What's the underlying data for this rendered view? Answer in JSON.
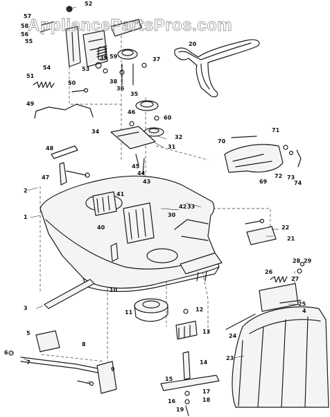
{
  "watermark": "AppliancePartsPros.com",
  "callouts": [
    "1",
    "2",
    "3",
    "4",
    "5",
    "6",
    "7",
    "8",
    "9",
    "10",
    "11",
    "12",
    "13",
    "14",
    "15",
    "16",
    "17",
    "18",
    "19",
    "20",
    "21",
    "22",
    "23",
    "24",
    "25",
    "26",
    "27",
    "28",
    "29",
    "30",
    "31",
    "32",
    "33",
    "34",
    "35",
    "36",
    "37",
    "38",
    "39",
    "40",
    "41",
    "42",
    "43",
    "44",
    "45",
    "46",
    "47",
    "48",
    "49",
    "50",
    "51",
    "52",
    "53",
    "54",
    "55",
    "56",
    "57",
    "58",
    "59",
    "60",
    "69",
    "70",
    "71",
    "72",
    "73",
    "74"
  ]
}
